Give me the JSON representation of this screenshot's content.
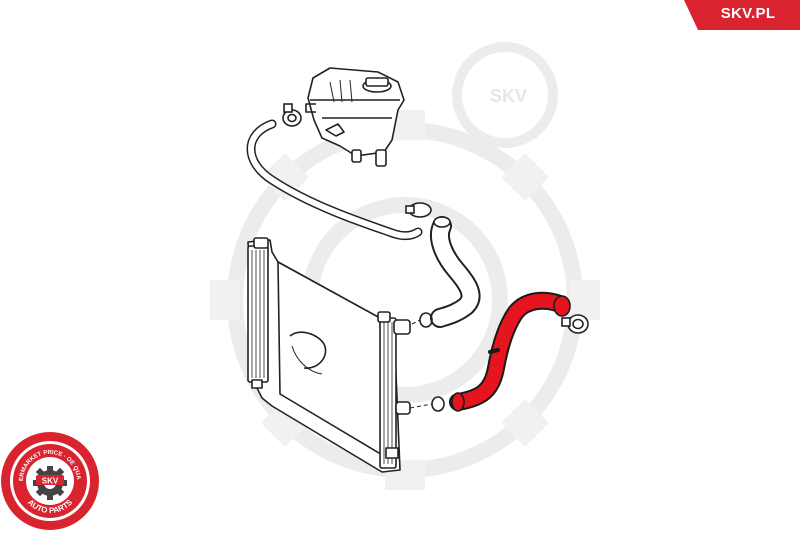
{
  "brand": {
    "site_label": "SKV.PL",
    "watermark_text": "SKV",
    "accent_color": "#d9232e",
    "hose_color": "#e5141f"
  },
  "seal": {
    "center_text": "SKV",
    "top_text": "AFTERMARKET PRICE · OE QUALITY",
    "bottom_text": "AUTO PARTS",
    "icon": "gear-icon"
  },
  "diagram": {
    "parts": [
      "expansion-tank",
      "overflow-hose",
      "upper-hose",
      "radiator",
      "lower-hose",
      "hose-clamp",
      "o-ring"
    ],
    "highlighted_part": "lower-hose"
  }
}
